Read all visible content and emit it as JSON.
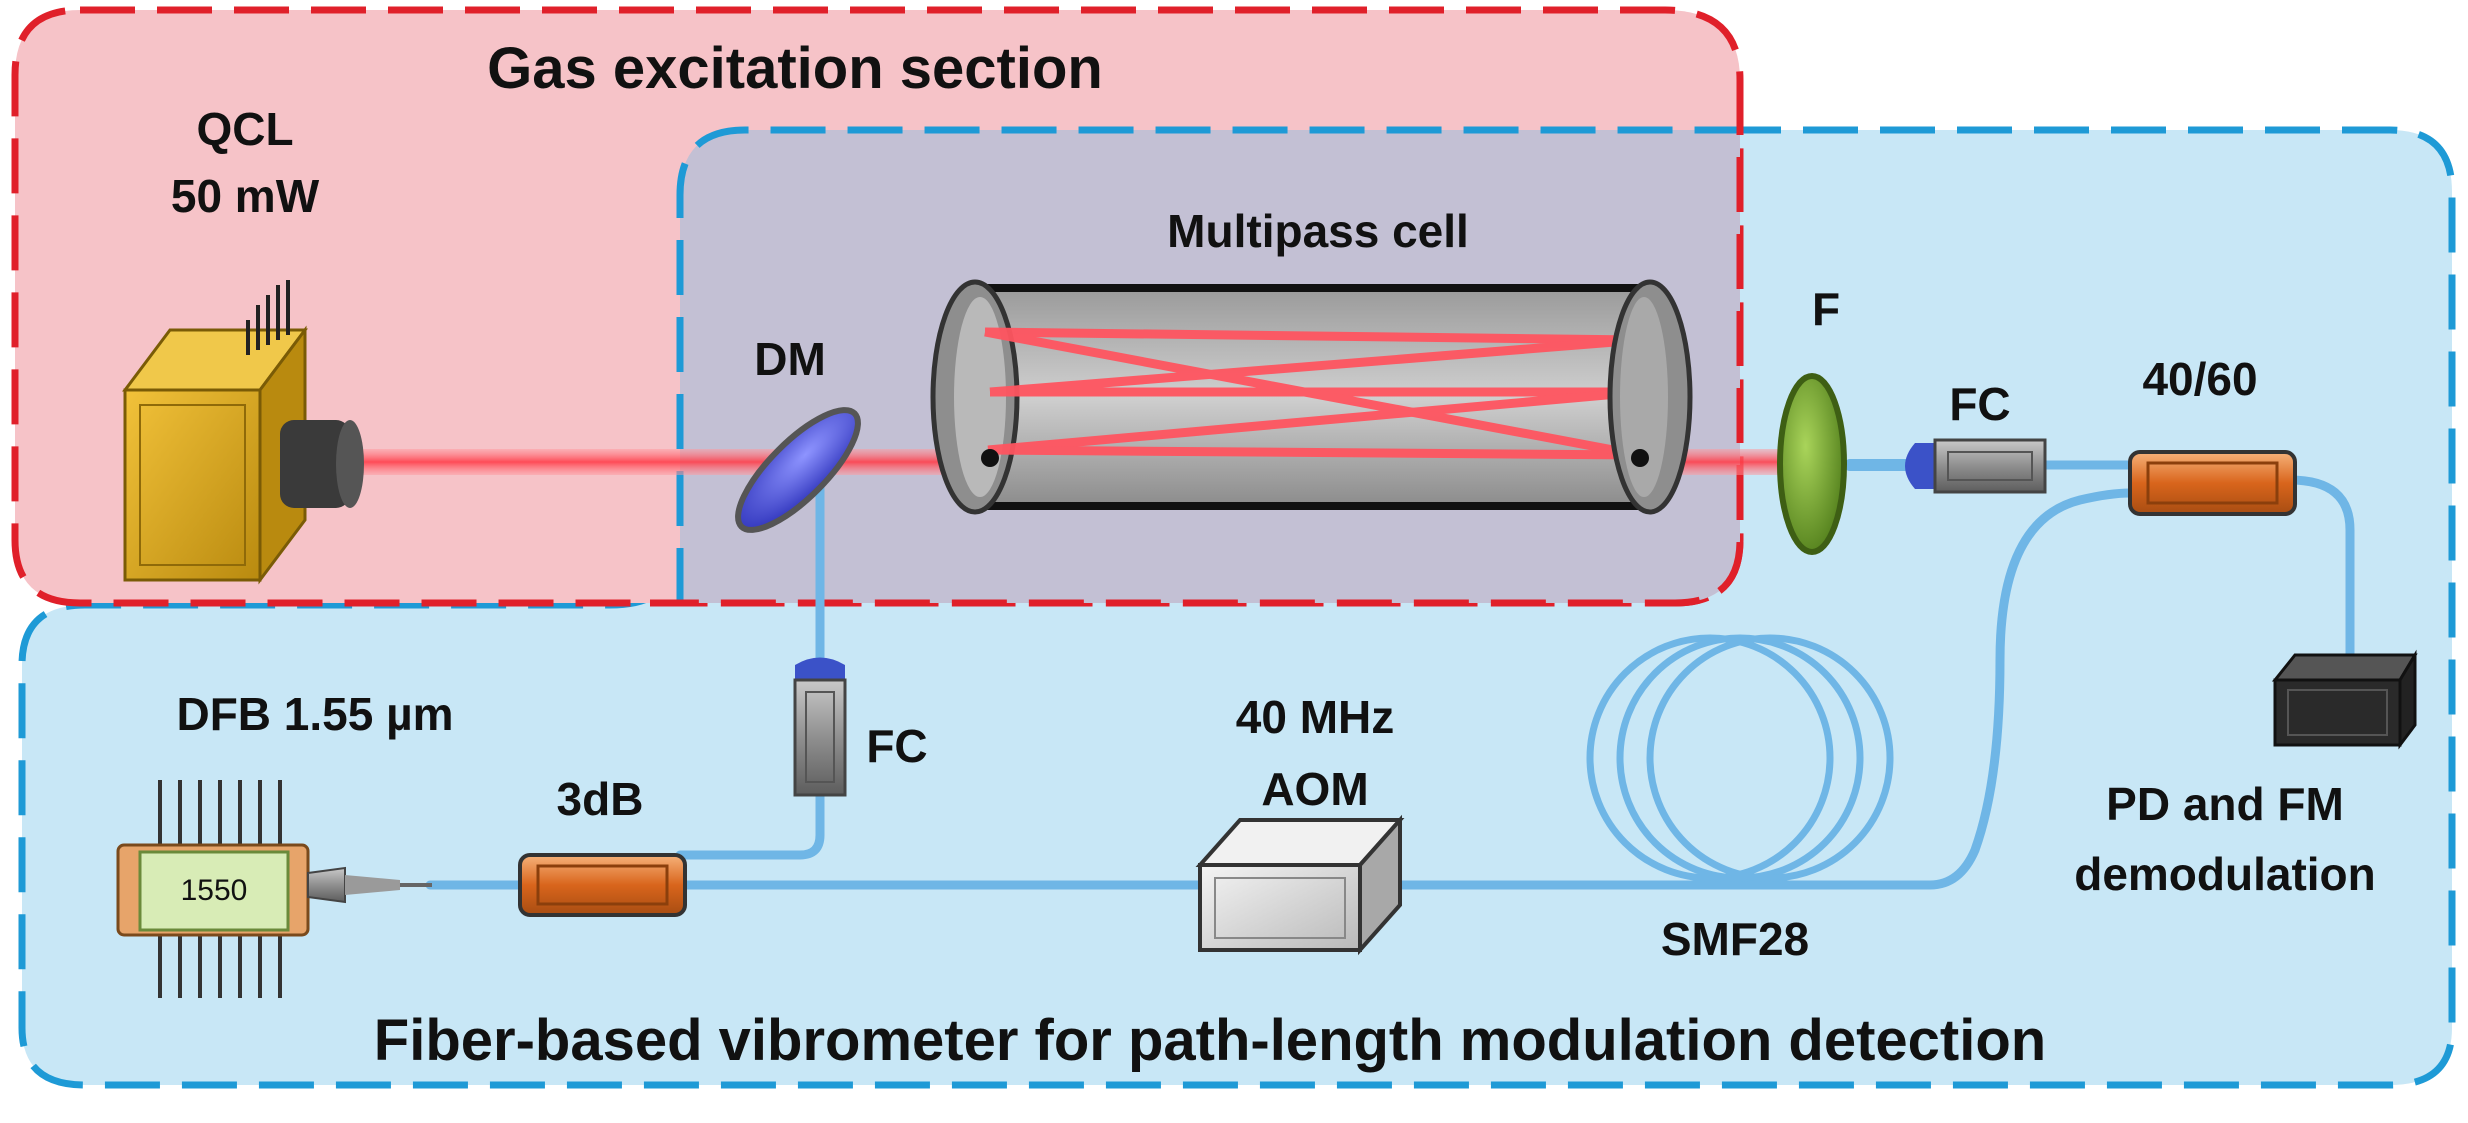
{
  "sections": {
    "gas": {
      "title": "Gas excitation section",
      "color": "#e0202a",
      "fill": "#f6c3c8"
    },
    "vibrometer": {
      "title": "Fiber-based vibrometer for path-length modulation detection",
      "color": "#1e9ad6",
      "fill": "#c8e7f6"
    },
    "overlap_fill": "#c3c0d4"
  },
  "components": {
    "qcl": {
      "line1": "QCL",
      "line2": "50 mW"
    },
    "dm": "DM",
    "cell": "Multipass cell",
    "filter": "F",
    "fc_top": "FC",
    "fc_mid": "FC",
    "coupler_top": "40/60",
    "coupler_left": "3dB",
    "dfb": {
      "label": "DFB 1.55 µm",
      "chip": "1550"
    },
    "aom": {
      "line1": "40 MHz",
      "line2": "AOM"
    },
    "smf": "SMF28",
    "pd": {
      "line1": "PD and FM",
      "line2": "demodulation"
    }
  },
  "colors": {
    "laser_mir": "#ff4a55",
    "fiber": "#6fb6e6",
    "qcl_body": "#d7a51c",
    "coupler": "#e07b2a",
    "filter": "#6e9e2a",
    "mirror": "#4a50d8"
  }
}
